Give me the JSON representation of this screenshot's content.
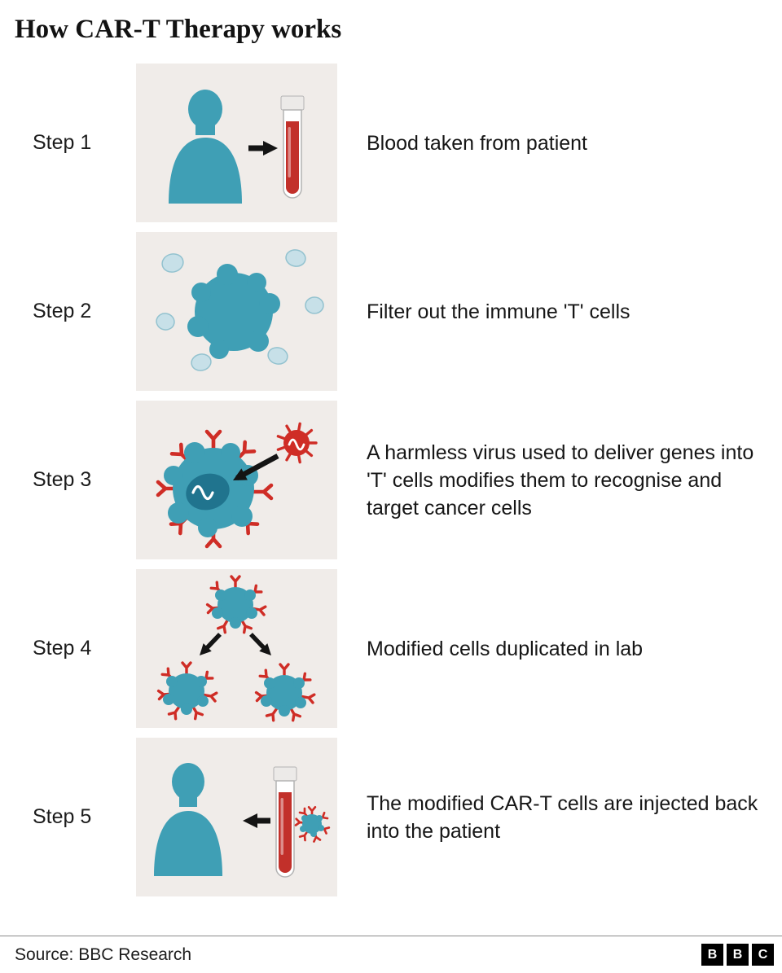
{
  "title": "How CAR-T Therapy works",
  "steps": [
    {
      "label": "Step 1",
      "description": "Blood taken from patient",
      "illustration": "patient-blood-draw"
    },
    {
      "label": "Step 2",
      "description": "Filter out the immune 'T' cells",
      "illustration": "t-cell-filter"
    },
    {
      "label": "Step 3",
      "description": "A harmless virus used to deliver genes into 'T' cells  modifies them to recognise and target cancer cells",
      "illustration": "virus-gene-delivery"
    },
    {
      "label": "Step 4",
      "description": "Modified cells duplicated in lab",
      "illustration": "cell-duplication"
    },
    {
      "label": "Step 5",
      "description": "The modified CAR-T cells are injected back into the patient",
      "illustration": "cell-injection"
    }
  ],
  "footer": {
    "source": "Source: BBC Research",
    "logo_letters": [
      "B",
      "B",
      "C"
    ]
  },
  "colors": {
    "cell_teal": "#3f9fb5",
    "cell_nucleus": "#20748e",
    "cell_light": "#c7e0e8",
    "virus_red": "#cf2d26",
    "blood_red": "#c2302a",
    "panel_bg": "#f0ece9",
    "arrow_black": "#141414"
  }
}
